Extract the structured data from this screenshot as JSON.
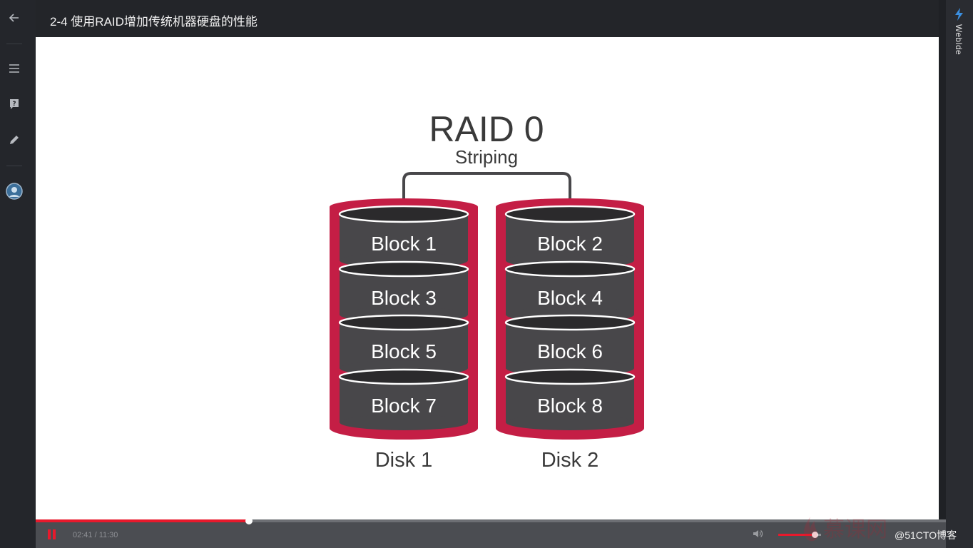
{
  "header": {
    "title": "2-4 使用RAID增加传统机器硬盘的性能"
  },
  "right_rail": {
    "webide_label": "WebIde"
  },
  "slide": {
    "heading": "RAID 0",
    "subheading": "Striping",
    "disks": [
      {
        "label": "Disk 1",
        "blocks": [
          "Block 1",
          "Block 3",
          "Block 5",
          "Block 7"
        ]
      },
      {
        "label": "Disk 2",
        "blocks": [
          "Block 2",
          "Block 4",
          "Block 6",
          "Block 8"
        ]
      }
    ],
    "colors": {
      "disk_shell": "#c41e45",
      "platter": "#48474a",
      "text": "#3a3a3a"
    }
  },
  "player": {
    "time": "02:41 / 11:30",
    "progress": 0.234,
    "volume": 0.85,
    "accent": "#e8192c"
  },
  "watermark": {
    "logo_text": "慕课网",
    "credit": "@51CTO博客"
  }
}
